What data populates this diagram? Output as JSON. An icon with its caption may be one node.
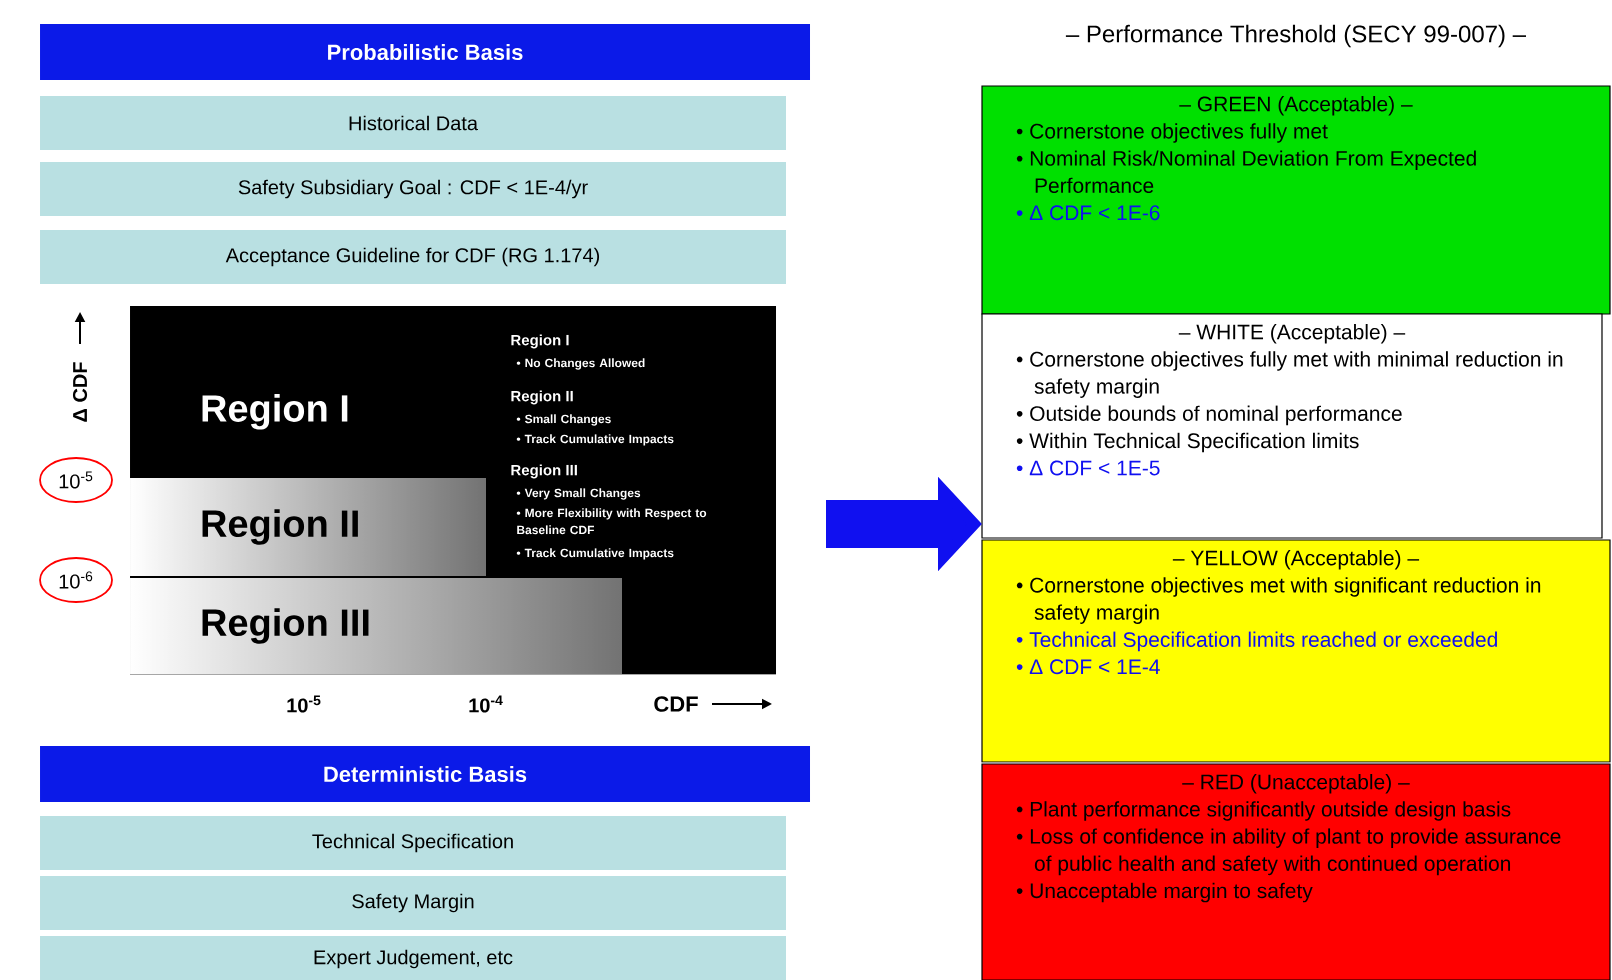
{
  "diagram": {
    "title": "– Performance Threshold (SECY 99-007) –",
    "nodes": [
      {
        "text": [
          "Probabilistic Basis"
        ]
      },
      {
        "text": [
          "Historical Data"
        ]
      },
      {
        "text": [
          "Safety Subsidiary Goal : CDF < 1E-4/yr"
        ]
      },
      {
        "text": [
          "Acceptance Guideline for CDF (RG 1.174)"
        ]
      },
      {
        "text": [
          "Region I"
        ]
      },
      {
        "text": [
          "Region II"
        ],
        "in": 4
      },
      {
        "text": [
          "Region III"
        ],
        "in": 4
      },
      {
        "text": [
          "Deterministic Basis"
        ]
      },
      {
        "text": [
          "Technical Specification"
        ]
      },
      {
        "text": [
          "Safety Margin"
        ]
      },
      {
        "text": [
          "Expert Judgement, etc"
        ]
      },
      {
        "text": [
          "– GREEN (Acceptable) –",
          "• Cornerstone objectives fully met",
          "• Nominal Risk/Nominal Deviation From Expected Performance",
          "• Δ CDF < 1E-6"
        ]
      },
      {
        "text": [
          "– WHITE (Acceptable) –",
          "• Cornerstone objectives fully met with minimal reduction in safety margin",
          "• Outside bounds of nominal performance",
          "• Within Technical Specification limits",
          "• Δ CDF < 1E-5"
        ]
      },
      {
        "text": [
          "– YELLOW (Acceptable) –",
          "• Cornerstone objectives met with significant reduction in safety margin",
          "• Technical Specification limits reached or exceeded",
          "• Δ CDF < 1E-4"
        ]
      },
      {
        "text": [
          "– RED (Unacceptable) –",
          "• Plant performance significantly outside design basis",
          "• Loss of confidence in ability of plant to provide assurance of public health and safety with continued operation",
          "• Unacceptable margin to safety"
        ]
      }
    ],
    "edges": [
      {
        "from": null,
        "to": 12,
        "arrow": "to"
      }
    ],
    "labels": [
      "Δ CDF",
      "Region I",
      "• No Changes Allowed",
      "Region II",
      "• Small Changes",
      "• Track Cumulative Impacts",
      "Region III",
      "• Very Small Changes",
      "• More Flexibility with Respect to Baseline CDF",
      "• Track Cumulative Impacts",
      "10$^{-5}$",
      "10$^{-6}$",
      "10$^{-5}$",
      "10$^{-4}$",
      "CDF"
    ]
  }
}
